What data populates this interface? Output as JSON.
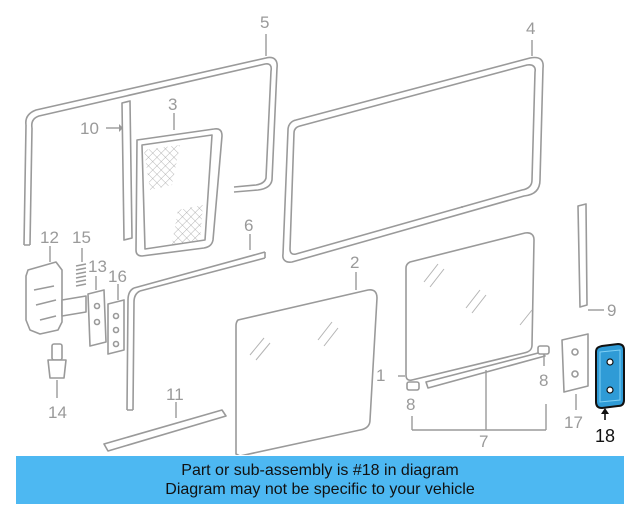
{
  "diagram": {
    "callouts": [
      "1",
      "2",
      "3",
      "4",
      "5",
      "6",
      "7",
      "8",
      "8",
      "9",
      "10",
      "11",
      "12",
      "13",
      "14",
      "15",
      "16",
      "17",
      "18"
    ],
    "highlighted_part": "18",
    "colors": {
      "linework": "#9a9a9a",
      "highlight_fill": "#2f9bd6",
      "highlight_stroke": "#111111"
    }
  },
  "banner": {
    "line1": "Part or sub-assembly is #18 in diagram",
    "line2": "Diagram may not be specific to your vehicle",
    "background": "#4db8f2"
  }
}
